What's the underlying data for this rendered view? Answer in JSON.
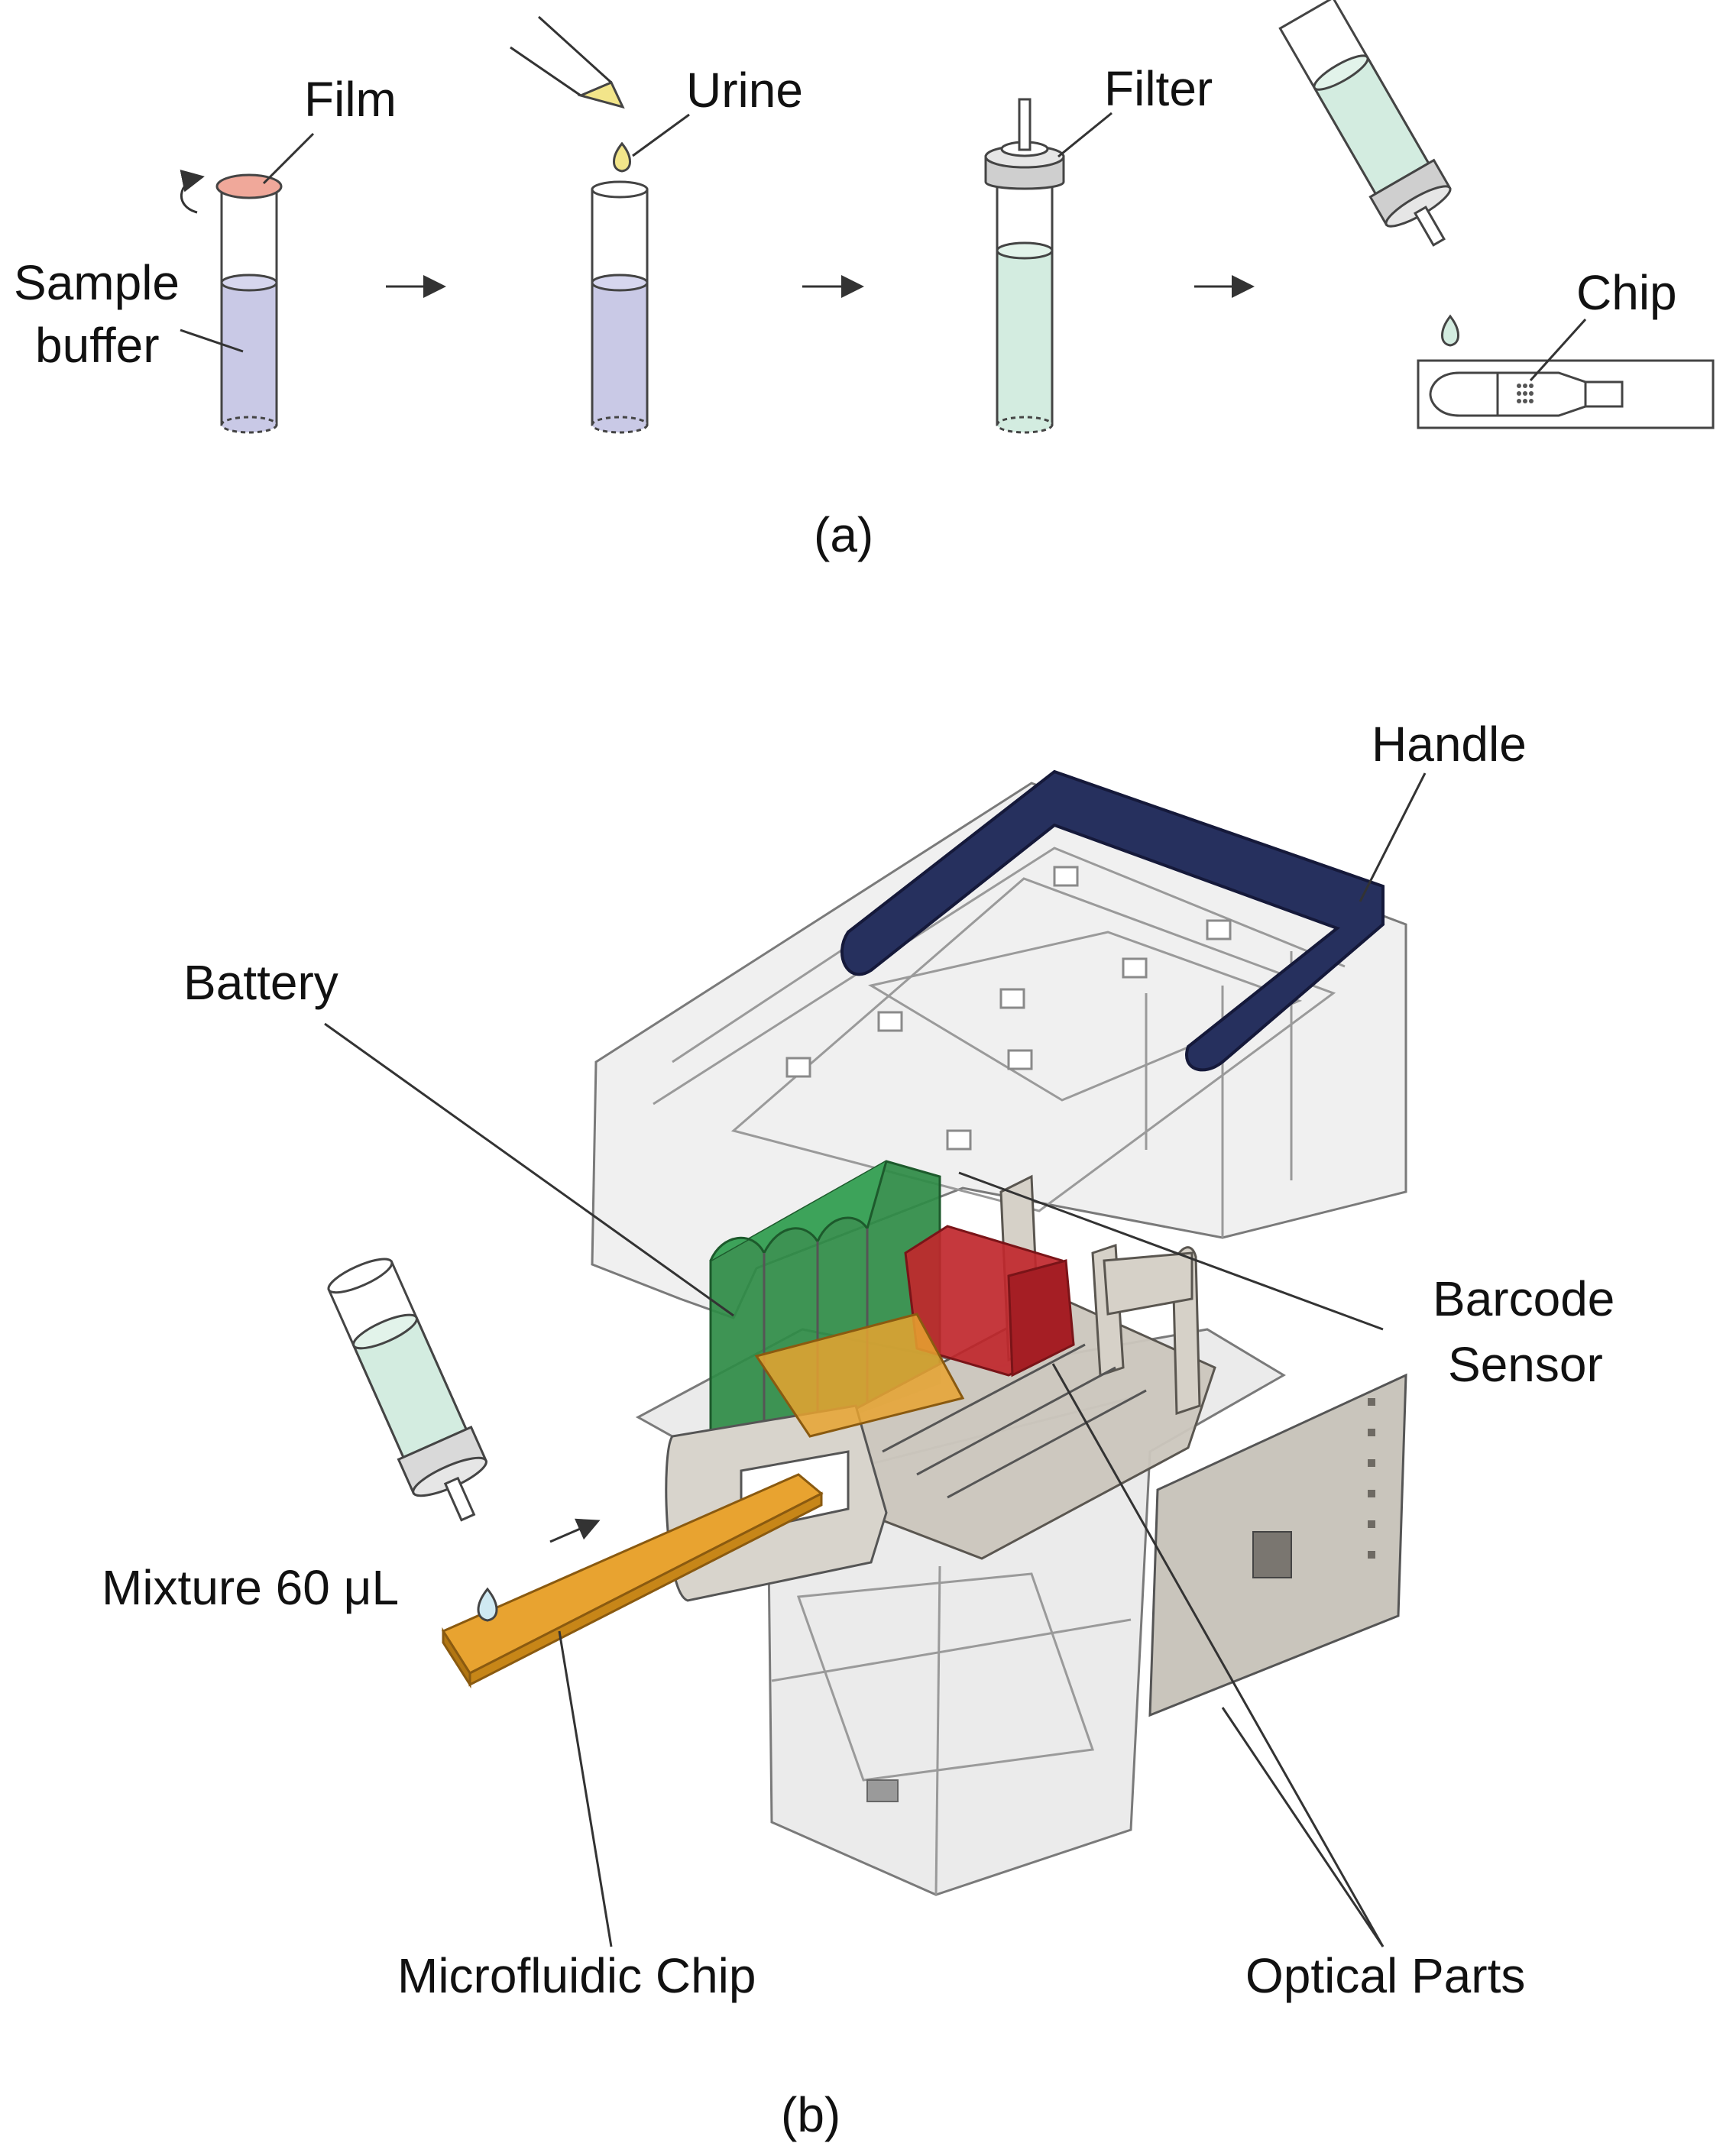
{
  "panel_a": {
    "caption": "(a)",
    "labels": {
      "film": "Film",
      "sample_buffer_1": "Sample",
      "sample_buffer_2": "buffer",
      "urine": "Urine",
      "filter": "Filter",
      "chip": "Chip"
    }
  },
  "panel_b": {
    "caption": "(b)",
    "labels": {
      "handle": "Handle",
      "battery": "Battery",
      "barcode_sensor_1": "Barcode",
      "barcode_sensor_2": "Sensor",
      "mixture": "Mixture 60 μL",
      "microfluidic_chip": "Microfluidic Chip",
      "optical_parts": "Optical Parts"
    }
  },
  "colors": {
    "buffer_liquid": "#c9c9e6",
    "filtered_liquid": "#d3ece0",
    "film": "#f0a89a",
    "pipette_tip": "#f2e58a",
    "handle": "#26305e",
    "battery": "#2e8b45",
    "barcode_sensor": "#c0272d",
    "microfluidic_chip": "#e8a330",
    "housing": "#d8d8d8"
  }
}
